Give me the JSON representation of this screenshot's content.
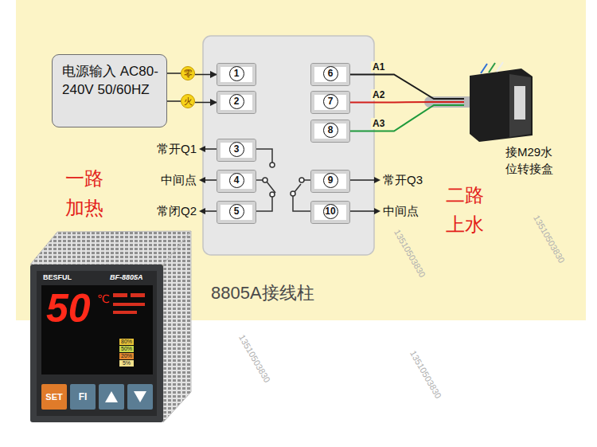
{
  "diagram": {
    "nodes": [
      {
        "text": [
          "电源输入 AC80-240V 50/60HZ"
        ]
      },
      {
        "text": [
          "零"
        ]
      },
      {
        "text": [
          "火"
        ]
      },
      {
        "text": [
          "8805A接线柱"
        ]
      },
      {
        "text": [
          "1"
        ],
        "in": 3
      },
      {
        "text": [
          "2"
        ],
        "in": 3
      },
      {
        "text": [
          "3"
        ],
        "in": 3
      },
      {
        "text": [
          "4"
        ],
        "in": 3
      },
      {
        "text": [
          "5"
        ],
        "in": 3
      },
      {
        "text": [
          "6"
        ],
        "in": 3
      },
      {
        "text": [
          "7"
        ],
        "in": 3
      },
      {
        "text": [
          "8"
        ],
        "in": 3
      },
      {
        "text": [
          "9"
        ],
        "in": 3
      },
      {
        "text": [
          "10"
        ],
        "in": 3
      },
      {
        "text": [
          "接M29水位转接盒"
        ]
      }
    ],
    "edges": [
      {
        "from": 0,
        "to": 1,
        "arrow": "none"
      },
      {
        "from": 1,
        "to": 4,
        "arrow": "to"
      },
      {
        "from": 0,
        "to": 2,
        "arrow": "none"
      },
      {
        "from": 2,
        "to": 5,
        "arrow": "to"
      },
      {
        "from": 9,
        "to": 14,
        "label": "A1",
        "arrow": "none"
      },
      {
        "from": 10,
        "to": 14,
        "label": "A2",
        "arrow": "none"
      },
      {
        "from": 11,
        "to": 14,
        "label": "A3",
        "arrow": "none"
      }
    ],
    "labels": [
      "常开Q1",
      "中间点",
      "常闭Q2",
      "一路 加热",
      "常开Q3",
      "中间点",
      "二路 上水",
      "BESFUL",
      "BF-8805A",
      "50",
      "℃",
      "80%",
      "50%",
      "20%",
      "5%",
      "SET",
      "FI",
      "13510503830",
      "13510503830",
      "13510503830",
      "13510503830"
    ]
  }
}
